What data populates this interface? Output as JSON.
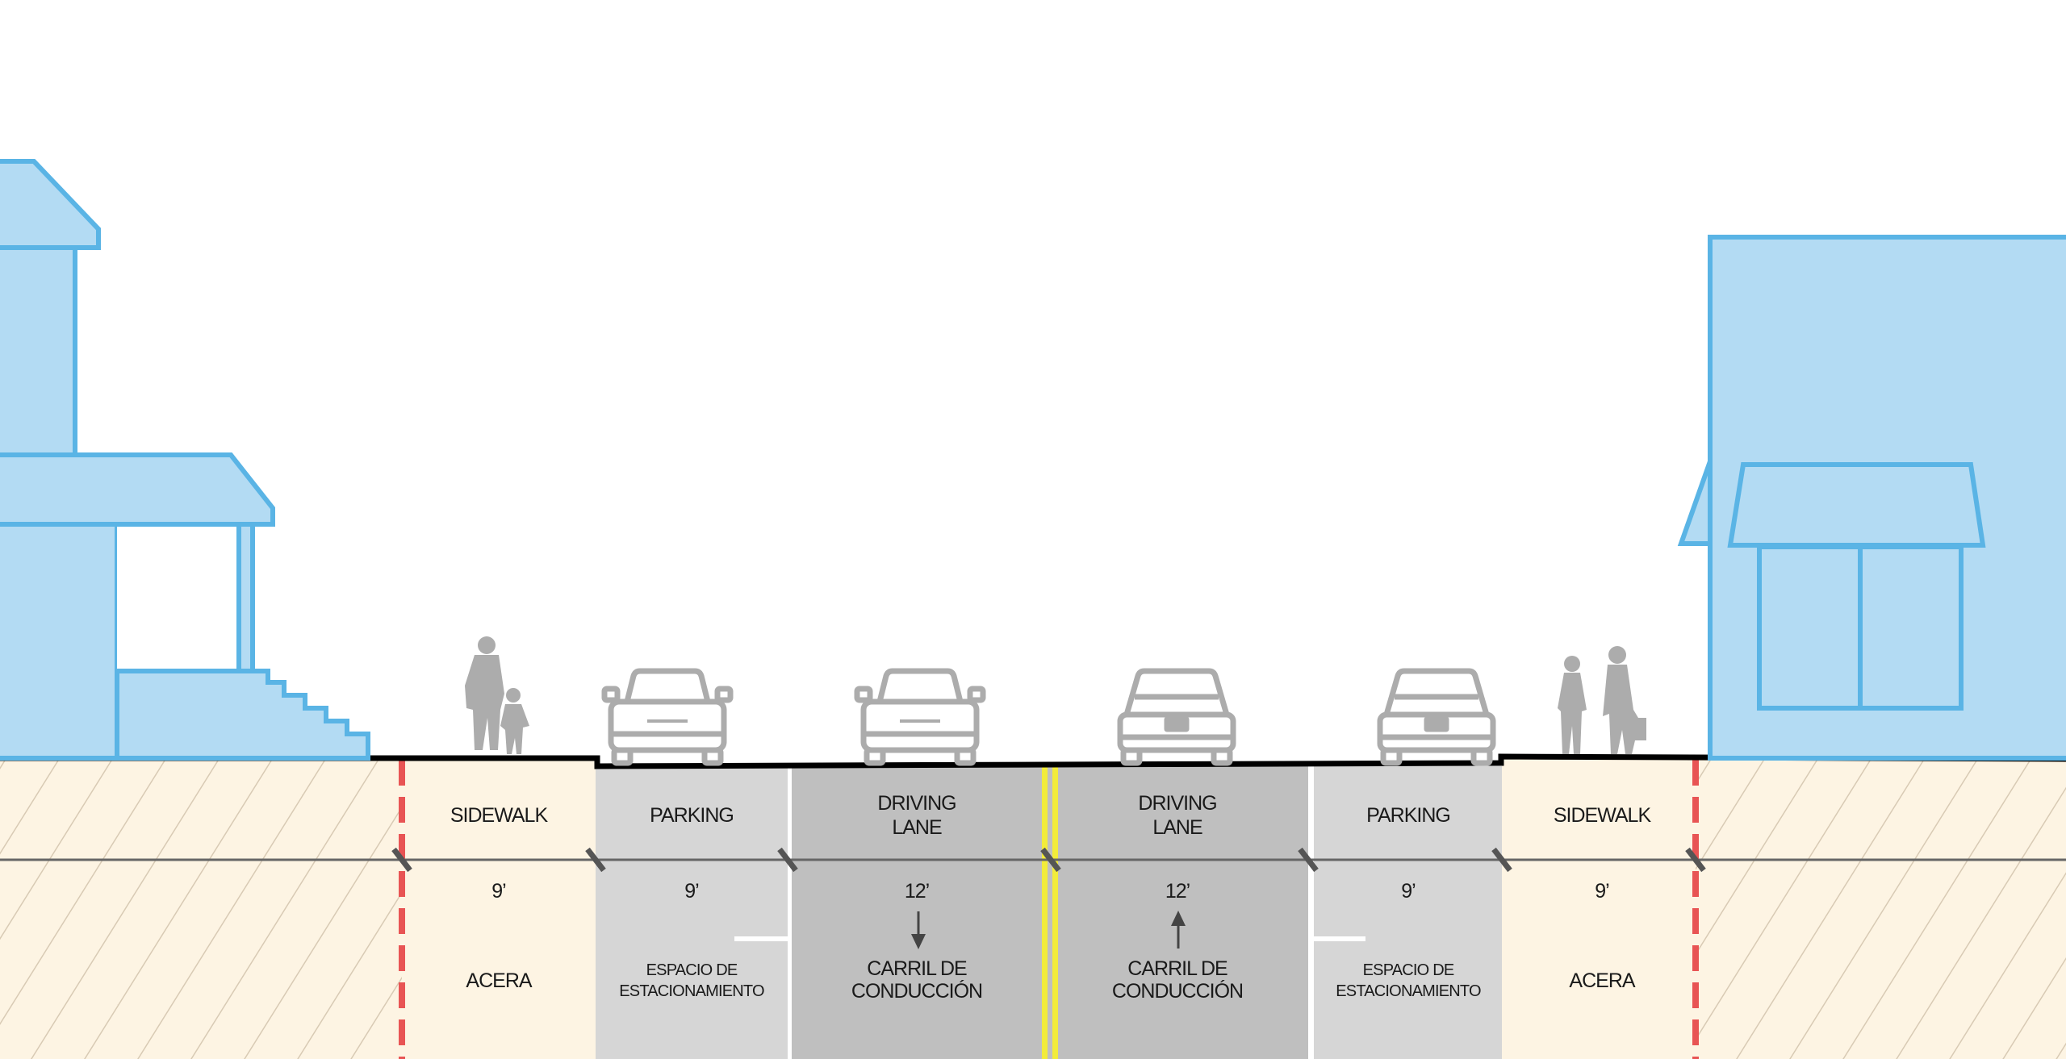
{
  "colors": {
    "building": "#b3dbf3",
    "building_outline": "#5ab4e5",
    "sidewalk": "#fdf4e3",
    "parking": "#d6d6d6",
    "driving": "#bfbfbf",
    "centerline": "#f2ec3a",
    "property_line": "#e85454"
  },
  "segments": [
    {
      "id": "sidewalk-left",
      "en": "SIDEWALK",
      "width": "9’",
      "es": [
        "ACERA"
      ]
    },
    {
      "id": "parking-left",
      "en": "PARKING",
      "width": "9’",
      "es": [
        "ESPACIO DE",
        "ESTACIONAMIENTO"
      ]
    },
    {
      "id": "driving-left",
      "en": [
        "DRIVING",
        "LANE"
      ],
      "width": "12’",
      "direction": "down",
      "es": [
        "CARRIL DE",
        "CONDUCCIÓN"
      ]
    },
    {
      "id": "driving-right",
      "en": [
        "DRIVING",
        "LANE"
      ],
      "width": "12’",
      "direction": "up",
      "es": [
        "CARRIL DE",
        "CONDUCCIÓN"
      ]
    },
    {
      "id": "parking-right",
      "en": "PARKING",
      "width": "9’",
      "es": [
        "ESPACIO DE",
        "ESTACIONAMIENTO"
      ]
    },
    {
      "id": "sidewalk-right",
      "en": "SIDEWALK",
      "width": "9’",
      "es": [
        "ACERA"
      ]
    }
  ]
}
